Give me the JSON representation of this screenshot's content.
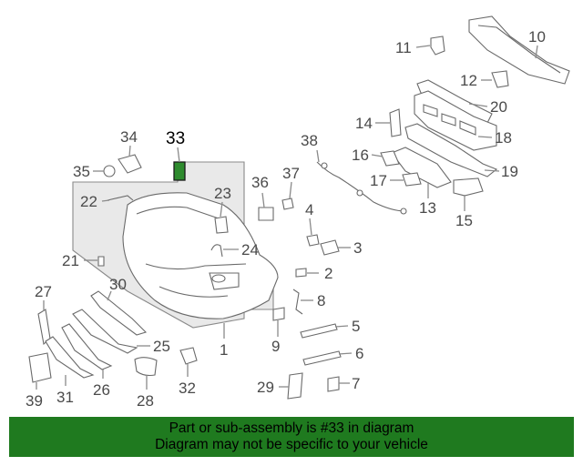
{
  "diagram": {
    "highlighted_part": "33",
    "callouts": [
      "1",
      "2",
      "3",
      "4",
      "5",
      "6",
      "7",
      "8",
      "9",
      "10",
      "11",
      "12",
      "13",
      "14",
      "15",
      "16",
      "17",
      "18",
      "19",
      "20",
      "21",
      "22",
      "23",
      "24",
      "25",
      "26",
      "27",
      "28",
      "29",
      "30",
      "31",
      "32",
      "33",
      "34",
      "35",
      "36",
      "37",
      "38",
      "39"
    ],
    "highlight_color": "#2e8b2e"
  },
  "banner": {
    "line1": "Part or sub-assembly is #33 in diagram",
    "line2": "Diagram may not be specific to your vehicle",
    "color": "#1f7a1f"
  }
}
